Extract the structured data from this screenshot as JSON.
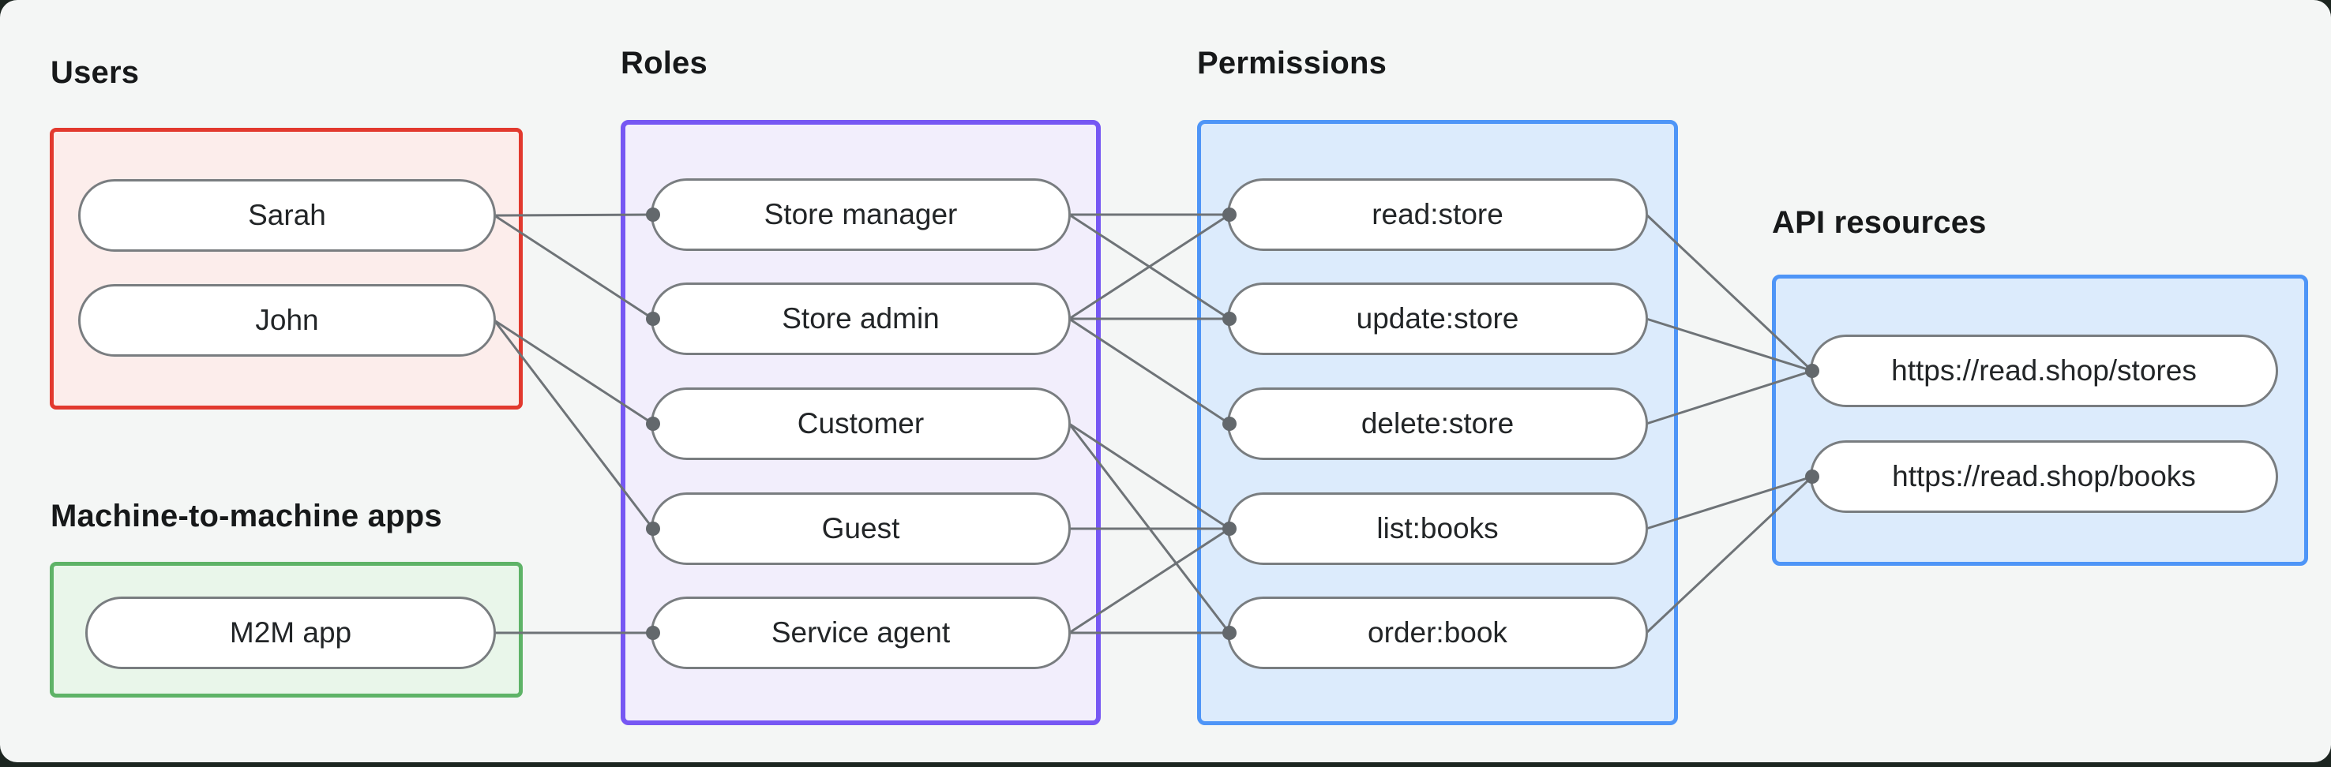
{
  "groups": {
    "users": {
      "label": "Users",
      "border_color": "#e2392e",
      "fill_color": "#fcedeb",
      "items": [
        {
          "id": "sarah",
          "label": "Sarah"
        },
        {
          "id": "john",
          "label": "John"
        }
      ]
    },
    "m2m": {
      "label": "Machine-to-machine apps",
      "border_color": "#5eb367",
      "fill_color": "#e9f6ea",
      "items": [
        {
          "id": "m2m-app",
          "label": "M2M app"
        }
      ]
    },
    "roles": {
      "label": "Roles",
      "border_color": "#7657f3",
      "fill_color": "#f2eefc",
      "items": [
        {
          "id": "store-manager",
          "label": "Store manager"
        },
        {
          "id": "store-admin",
          "label": "Store admin"
        },
        {
          "id": "customer",
          "label": "Customer"
        },
        {
          "id": "guest",
          "label": "Guest"
        },
        {
          "id": "service-agent",
          "label": "Service agent"
        }
      ]
    },
    "permissions": {
      "label": "Permissions",
      "border_color": "#4e95f7",
      "fill_color": "#dcebfc",
      "items": [
        {
          "id": "read-store",
          "label": "read:store"
        },
        {
          "id": "update-store",
          "label": "update:store"
        },
        {
          "id": "delete-store",
          "label": "delete:store"
        },
        {
          "id": "list-books",
          "label": "list:books"
        },
        {
          "id": "order-book",
          "label": "order:book"
        }
      ]
    },
    "api": {
      "label": "API resources",
      "border_color": "#4e95f7",
      "fill_color": "#dcebfc",
      "items": [
        {
          "id": "stores",
          "label": "https://read.shop/stores"
        },
        {
          "id": "books",
          "label": "https://read.shop/books"
        }
      ]
    }
  },
  "edges": [
    [
      "sarah",
      "store-manager"
    ],
    [
      "sarah",
      "store-admin"
    ],
    [
      "john",
      "customer"
    ],
    [
      "john",
      "guest"
    ],
    [
      "m2m-app",
      "service-agent"
    ],
    [
      "store-manager",
      "read-store"
    ],
    [
      "store-manager",
      "update-store"
    ],
    [
      "store-admin",
      "read-store"
    ],
    [
      "store-admin",
      "update-store"
    ],
    [
      "store-admin",
      "delete-store"
    ],
    [
      "customer",
      "list-books"
    ],
    [
      "customer",
      "order-book"
    ],
    [
      "guest",
      "list-books"
    ],
    [
      "service-agent",
      "list-books"
    ],
    [
      "service-agent",
      "order-book"
    ],
    [
      "read-store",
      "stores"
    ],
    [
      "update-store",
      "stores"
    ],
    [
      "delete-store",
      "stores"
    ],
    [
      "list-books",
      "books"
    ],
    [
      "order-book",
      "books"
    ]
  ],
  "style_colors": {
    "surface": "#f4f6f5",
    "frame_background": "#1c2520",
    "connector_line": "#6e7377",
    "connector_dot": "#63686c",
    "pill_border": "#797d80",
    "pill_fill": "#ffffff",
    "heading_text": "#17191a"
  }
}
